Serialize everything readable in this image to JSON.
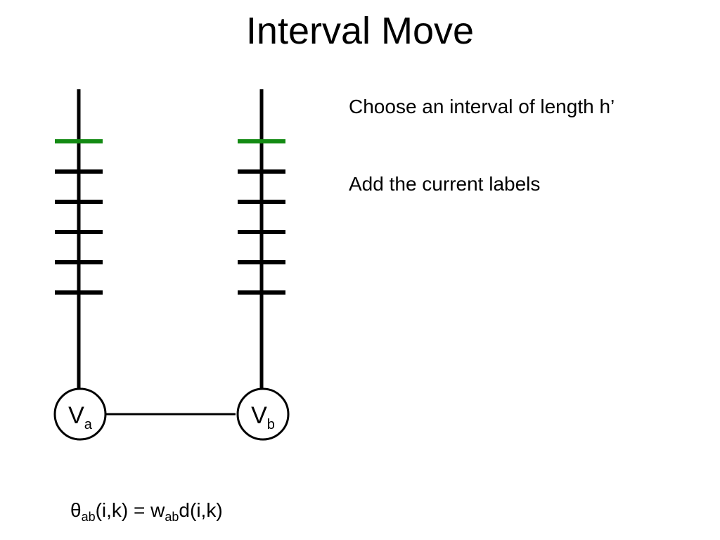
{
  "title": "Interval Move",
  "bullets": [
    "Choose an interval of length h’",
    "Add the current labels"
  ],
  "nodes": {
    "a": {
      "main": "V",
      "sub": "a"
    },
    "b": {
      "main": "V",
      "sub": "b"
    }
  },
  "label_ticks": {
    "per_variable": 6,
    "highlighted_index": 0,
    "highlight_color": "#138a13",
    "normal_color": "#000000"
  },
  "formula": {
    "theta": "θ",
    "theta_sub": "ab",
    "args_left": "(i,k) = w",
    "w_sub": "ab",
    "rhs": "d(i,k)"
  }
}
